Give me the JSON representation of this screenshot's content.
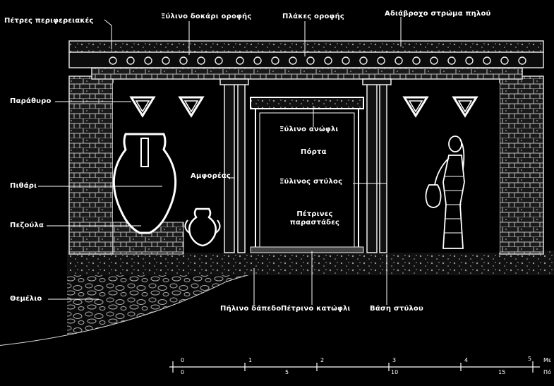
{
  "labels": {
    "peripheral_stones": "Πέτρες περιφερειακές",
    "wood_beam": "Ξύλινο δοκάρι οροφής",
    "roof_slabs": "Πλάκες οροφής",
    "waterproof_layer": "Αδιάβροχο στρώμα πηλού",
    "window": "Παράθυρο",
    "wood_lintel": "Ξύλινο ανώφλι",
    "door": "Πόρτα",
    "pithos": "Πιθάρι",
    "amphora": "Αμφορέας",
    "wood_column": "Ξύλινος στύλος",
    "stone_pilasters": "Πέτρινες παραστάδες",
    "bench": "Πεζούλα",
    "foundation": "Θεμέλιο",
    "clay_floor": "Πήλινο δάπεδο",
    "stone_threshold": "Πέτρινο κατώφλι",
    "column_base": "Βάση στύλου"
  },
  "scale": {
    "meters_ticks": [
      "0",
      "1",
      "2",
      "3",
      "4",
      "5"
    ],
    "feet_ticks": [
      "0",
      "5",
      "10",
      "15"
    ],
    "meters_unit": "Με",
    "feet_unit": "Πό"
  }
}
